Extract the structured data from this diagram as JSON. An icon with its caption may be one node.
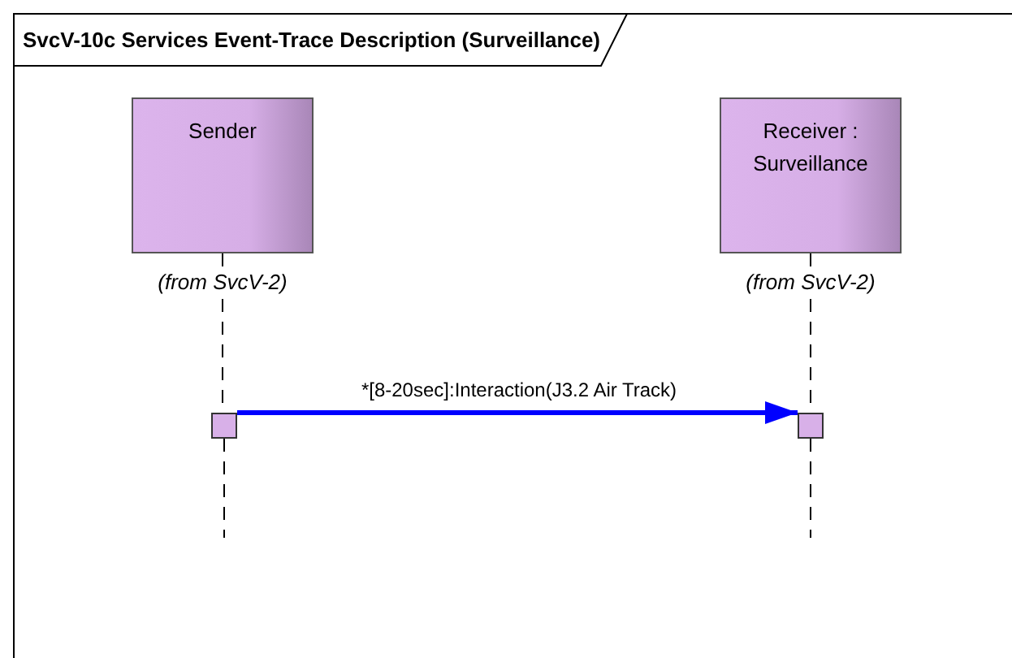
{
  "diagram": {
    "nodes": [
      {
        "text": [
          "SvcV-10c Services Event-Trace Description (Surveillance)"
        ]
      },
      {
        "text": [
          "Sender"
        ],
        "in": 0,
        "beside": [
          "(from SvcV-2)"
        ]
      },
      {
        "text": [
          "Receiver : Surveillance"
        ],
        "in": 0,
        "beside": [
          "(from SvcV-2)"
        ]
      },
      {
        "text": [],
        "shape": "box",
        "in": 0
      },
      {
        "text": [],
        "shape": "box",
        "in": 0
      }
    ],
    "edges": [
      {
        "from": 1,
        "to": 3,
        "arrow": "none",
        "style": "dashed"
      },
      {
        "from": 2,
        "to": 4,
        "arrow": "none",
        "style": "dashed"
      },
      {
        "from": 3,
        "to": 4,
        "arrow": "to",
        "label": "*[8-20sec]:Interaction(J3.2 Air Track)",
        "style": "thick",
        "color": "#0000ff"
      }
    ]
  }
}
